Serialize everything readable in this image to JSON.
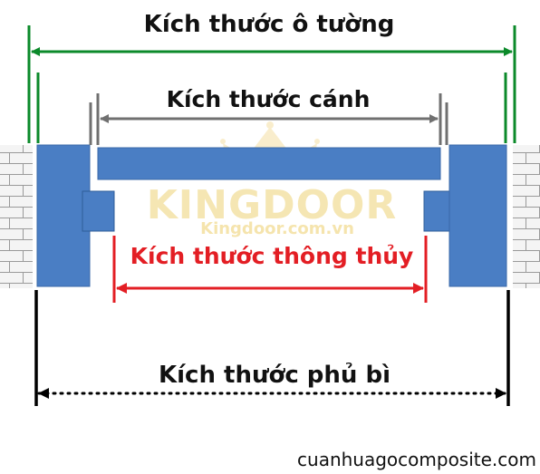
{
  "colors": {
    "wall_dimension": "#0b8a2a",
    "leaf_dimension": "#707070",
    "clear_dimension": "#e31e24",
    "overall_dimension": "#000000",
    "door_frame": "#4a7ec4",
    "watermark": "#e8c44a"
  },
  "labels": {
    "wall_opening": "Kích thước ô tường",
    "door_leaf": "Kích thước cánh",
    "clear_opening": "Kích thước thông thủy",
    "overall_frame": "Kích thước phủ bì"
  },
  "watermark": {
    "brand": "KINGDOOR",
    "site": "Kingdoor.com.vn"
  },
  "footer": {
    "website": "cuanhuagocomposite.com"
  }
}
